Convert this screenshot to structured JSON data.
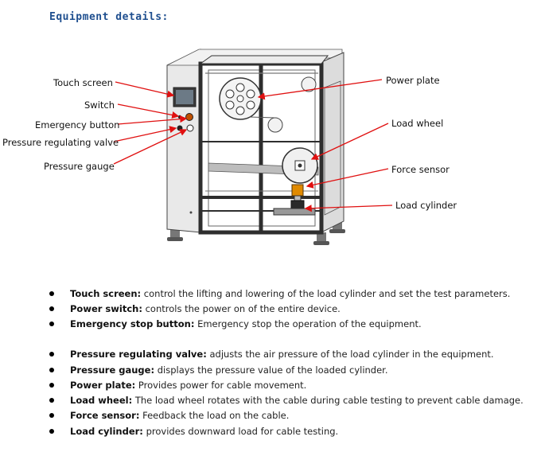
{
  "title": "Equipment details:",
  "labels": {
    "touch_screen": "Touch screen",
    "switch": "Switch",
    "emergency_button": "Emergency button",
    "pressure_valve": "Pressure regulating valve",
    "pressure_gauge": "Pressure gauge",
    "power_plate": "Power plate",
    "load_wheel": "Load wheel",
    "force_sensor": "Force sensor",
    "load_cylinder": "Load cylinder"
  },
  "bullets": [
    {
      "term": "Touch screen:",
      "desc": " control the lifting and lowering of the load cylinder and set the test parameters."
    },
    {
      "term": "Power switch:",
      "desc": " controls the power on of the entire device."
    },
    {
      "term": "Emergency stop button:",
      "desc": " Emergency stop the operation of the equipment."
    },
    {
      "term": "Pressure regulating valve:",
      "desc": " adjusts the air pressure of the load cylinder in the equipment."
    },
    {
      "term": "Pressure gauge:",
      "desc": " displays the pressure value of the loaded cylinder."
    },
    {
      "term": "Power plate:",
      "desc": " Provides power for cable movement."
    },
    {
      "term": "Load wheel:",
      "desc": " The load wheel rotates with the cable during cable testing to prevent cable damage."
    },
    {
      "term": "Force sensor:",
      "desc": " Feedback the load on the cable."
    },
    {
      "term": "Load cylinder:",
      "desc": " provides downward load for cable testing."
    }
  ],
  "colors": {
    "title": "#1f4f8f",
    "arrow": "#e01010",
    "frame": "#333333",
    "accent_orange": "#e08a00"
  }
}
